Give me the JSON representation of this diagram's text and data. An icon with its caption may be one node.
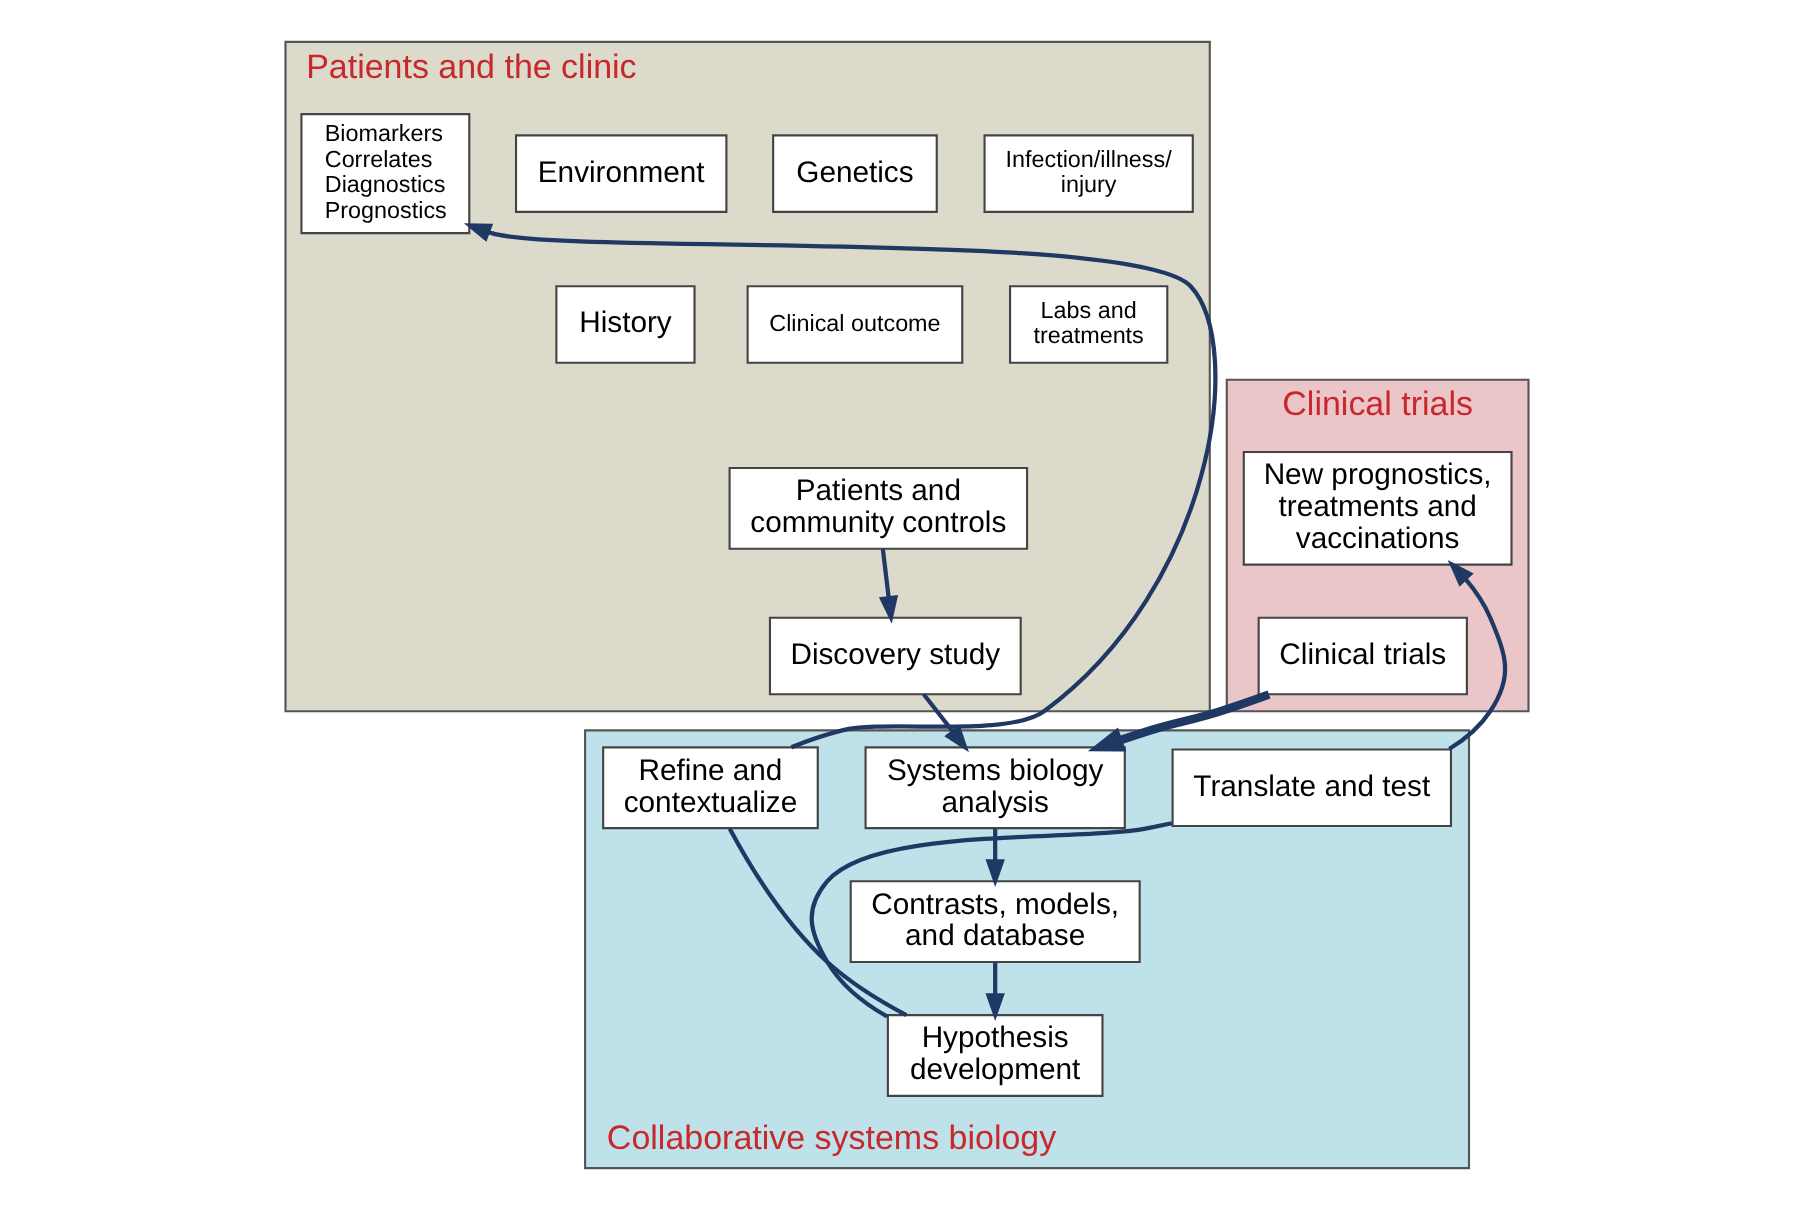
{
  "diagram": {
    "nodes": [
      {
        "text": [
          "Patients and the clinic"
        ]
      },
      {
        "text": [
          "Environment"
        ],
        "in": 0
      },
      {
        "text": [
          "Genetics"
        ],
        "in": 0
      },
      {
        "text": [
          "Infection/illness/ injury"
        ],
        "in": 0
      },
      {
        "text": [
          "History"
        ],
        "in": 0
      },
      {
        "text": [
          "Clinical outcome"
        ],
        "in": 0
      },
      {
        "text": [
          "Labs and treatments"
        ],
        "in": 0
      },
      {
        "text": [
          "Patients and community controls"
        ],
        "in": 0
      },
      {
        "text": [
          "Discovery study"
        ],
        "in": 0
      },
      {
        "text": [
          "Biomarkers Correlates Diagnostics Prognostics"
        ],
        "in": 0
      },
      {
        "text": [
          "Clinical trials"
        ]
      },
      {
        "text": [
          "New prognostics, treatments and vaccinations"
        ],
        "in": 10
      },
      {
        "text": [
          "Clinical trials"
        ],
        "in": 10
      },
      {
        "text": [
          "Collaborative systems biology"
        ]
      },
      {
        "text": [
          "Systems biology analysis"
        ],
        "in": 13
      },
      {
        "text": [
          "Contrasts, models, and database"
        ],
        "in": 13
      },
      {
        "text": [
          "Hypothesis development"
        ],
        "in": 13
      },
      {
        "text": [
          "Refine and contextualize"
        ],
        "in": 13
      },
      {
        "text": [
          "Translate and test"
        ],
        "in": 13
      }
    ],
    "edges": [
      {
        "from": 7,
        "to": 8,
        "arrow": "to"
      },
      {
        "from": 8,
        "to": 14,
        "arrow": "to"
      },
      {
        "from": 12,
        "to": 14,
        "arrow": "to",
        "style": "thick"
      },
      {
        "from": 14,
        "to": 15,
        "arrow": "to"
      },
      {
        "from": 15,
        "to": 16,
        "arrow": "to"
      },
      {
        "from": 16,
        "to": 17,
        "arrow": "none"
      },
      {
        "from": 17,
        "to": 9,
        "arrow": "to"
      },
      {
        "from": 16,
        "to": 18,
        "arrow": "none"
      },
      {
        "from": 18,
        "to": 11,
        "arrow": "to"
      }
    ]
  }
}
